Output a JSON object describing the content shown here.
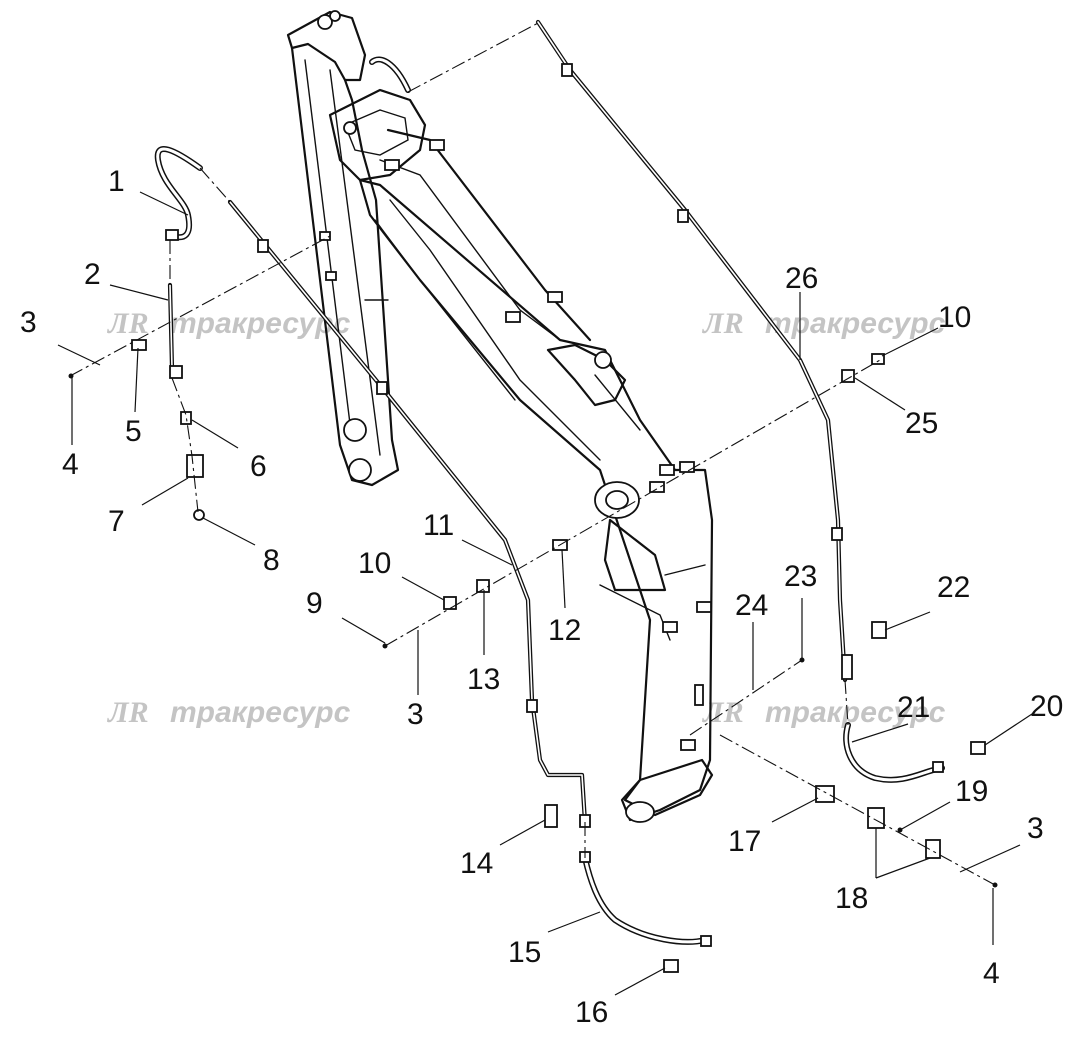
{
  "watermarks": [
    {
      "logo": "ЛR",
      "text": "тракресурс"
    },
    {
      "logo": "ЛR",
      "text": "тракресурс"
    },
    {
      "logo": "ЛR",
      "text": "тракресурс"
    },
    {
      "logo": "ЛR",
      "text": "тракресурс"
    }
  ],
  "callouts": [
    "1",
    "2",
    "3",
    "4",
    "5",
    "6",
    "7",
    "8",
    "9",
    "10",
    "11",
    "12",
    "13",
    "3",
    "14",
    "15",
    "16",
    "17",
    "18",
    "19",
    "3",
    "4",
    "20",
    "21",
    "22",
    "23",
    "24",
    "25",
    "10",
    "26"
  ],
  "colors": {
    "line": "#111111",
    "watermark": "#c4c4c4",
    "background": "#ffffff"
  }
}
